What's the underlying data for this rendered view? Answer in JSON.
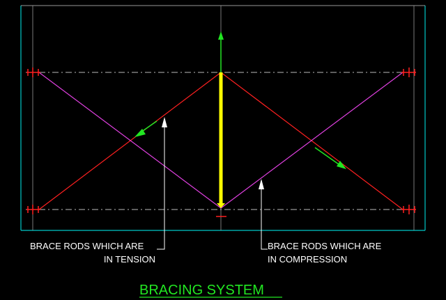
{
  "labels": {
    "tension": [
      "BRACE RODS WHICH ARE",
      "IN TENSION"
    ],
    "compression": [
      "BRACE RODS WHICH ARE",
      "IN COMPRESSION"
    ]
  },
  "title": "BRACING SYSTEM",
  "colors": {
    "background": "#000000",
    "frame": "#00c8c8",
    "tension_rod": "#ff2020",
    "compression_rod": "#e040e0",
    "column": "#ffff00",
    "arrow": "#22e622",
    "support": "#ff2020",
    "leader": "#ffffff",
    "dashed_line": "#bbbbbb",
    "title": "#22e622"
  }
}
